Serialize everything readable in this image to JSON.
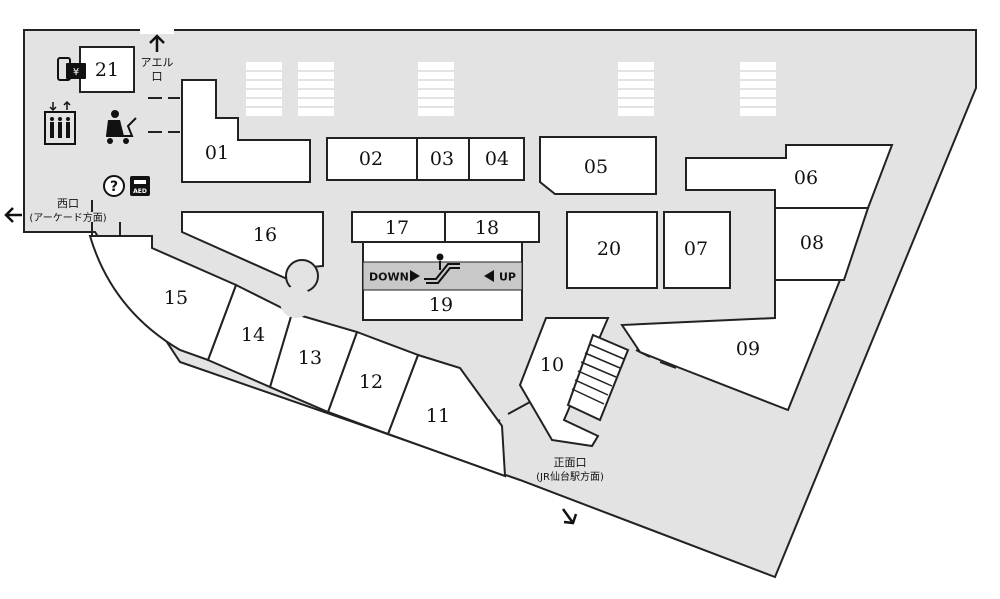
{
  "units": {
    "u01": "01",
    "u02": "02",
    "u03": "03",
    "u04": "04",
    "u05": "05",
    "u06": "06",
    "u07": "07",
    "u08": "08",
    "u09": "09",
    "u10": "10",
    "u11": "11",
    "u12": "12",
    "u13": "13",
    "u14": "14",
    "u15": "15",
    "u16": "16",
    "u17": "17",
    "u18": "18",
    "u19": "19",
    "u20": "20",
    "u21": "21"
  },
  "exits": {
    "aeru_line1": "アエル",
    "aeru_line2": "口",
    "west_line1": "西口",
    "west_line2": "(アーケード方面)",
    "front_line1": "正面口",
    "front_line2": "(JR仙台駅方面)"
  },
  "escalator": {
    "down": "DOWN",
    "up": "UP"
  },
  "icons": {
    "atm_symbol": "¥",
    "aed_label": "AED",
    "info_symbol": "?"
  },
  "colors": {
    "floor": "#e3e3e3",
    "unit": "#ffffff",
    "outline": "#222222",
    "escalator_band": "#c8c8c8"
  }
}
